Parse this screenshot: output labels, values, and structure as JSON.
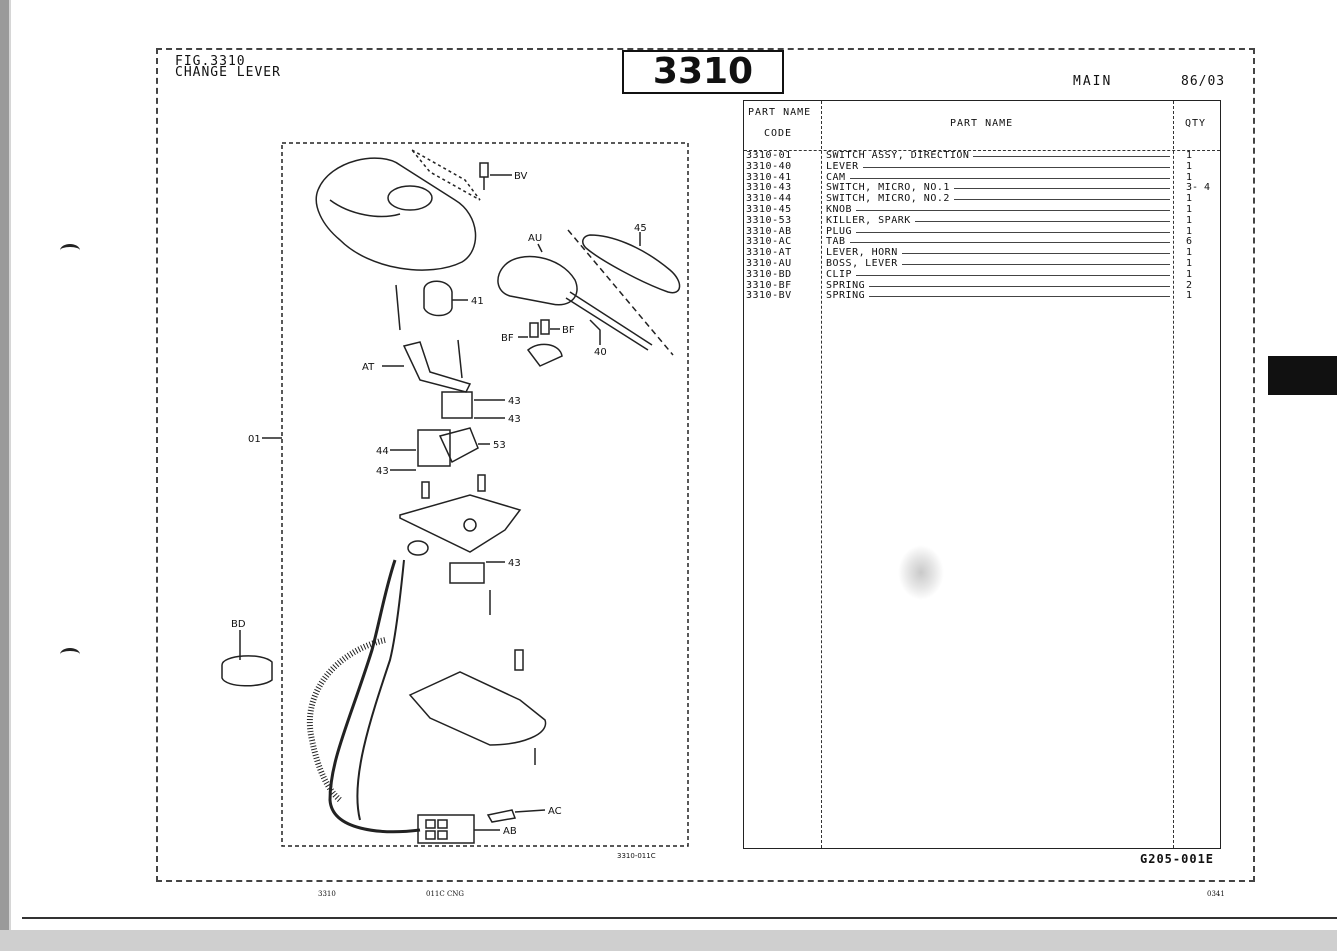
{
  "page": {
    "figure_number_line": "FIG.3310",
    "figure_title": "CHANGE LEVER",
    "big_number": "3310",
    "section": "MAIN",
    "date_code": "86/03",
    "diagram_ref": "3310-011C",
    "document_code": "G205-001E",
    "footer_left": "3310",
    "footer_mid": "011C CNG",
    "footer_right": "0341"
  },
  "diagram": {
    "labels": [
      "BV",
      "AU",
      "45",
      "41",
      "BF",
      "BF",
      "40",
      "AT",
      "43",
      "43",
      "01",
      "53",
      "44",
      "43",
      "43",
      "BD",
      "AC",
      "AB"
    ]
  },
  "table": {
    "header_code_line1": "PART NAME",
    "header_code_line2": "CODE",
    "header_name": "PART  NAME",
    "header_qty": "QTY",
    "rows": [
      {
        "code": "3310-01",
        "name": "SWITCH ASSY, DIRECTION",
        "qty": "1"
      },
      {
        "code": "3310-40",
        "name": "LEVER",
        "qty": "1"
      },
      {
        "code": "3310-41",
        "name": "CAM",
        "qty": "1"
      },
      {
        "code": "3310-43",
        "name": "SWITCH, MICRO, NO.1",
        "qty": "3- 4"
      },
      {
        "code": "3310-44",
        "name": "SWITCH, MICRO, NO.2",
        "qty": "1"
      },
      {
        "code": "3310-45",
        "name": "KNOB",
        "qty": "1"
      },
      {
        "code": "3310-53",
        "name": "KILLER, SPARK",
        "qty": "1"
      },
      {
        "code": "3310-AB",
        "name": "PLUG",
        "qty": "1"
      },
      {
        "code": "3310-AC",
        "name": "TAB",
        "qty": "6"
      },
      {
        "code": "3310-AT",
        "name": "LEVER, HORN",
        "qty": "1"
      },
      {
        "code": "3310-AU",
        "name": "BOSS, LEVER",
        "qty": "1"
      },
      {
        "code": "3310-BD",
        "name": "CLIP",
        "qty": "1"
      },
      {
        "code": "3310-BF",
        "name": "SPRING",
        "qty": "2"
      },
      {
        "code": "3310-BV",
        "name": "SPRING",
        "qty": "1"
      }
    ]
  }
}
